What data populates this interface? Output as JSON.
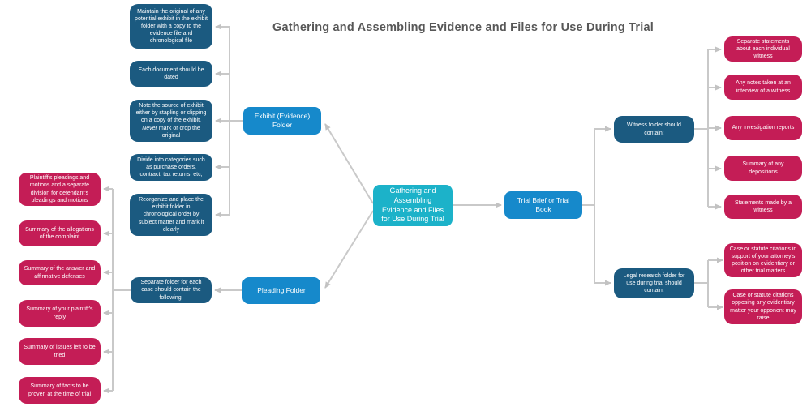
{
  "title": "Gathering and Assembling Evidence and Files for Use During Trial",
  "colors": {
    "center": "#1cb2c9",
    "branch": "#1689cb",
    "sub": "#1b5a80",
    "leaf": "#c41d56",
    "connector": "#c9c9c9",
    "title_text": "#575757"
  },
  "nodes": {
    "center": {
      "label": "Gathering and Assembling Evidence and Files for Use During Trial"
    },
    "exhibit_folder": {
      "label": "Exhibit (Evidence) Folder"
    },
    "pleading_folder": {
      "label": "Pleading Folder"
    },
    "trial_brief": {
      "label": "Trial Brief or Trial Book"
    },
    "exhibit_children": [
      {
        "label": "Maintain the original of any potential exhibit in the exhibit folder with a copy to the evidence file and chronological file"
      },
      {
        "label": "Each document should be dated"
      },
      {
        "label_pre": "Note the source of exhibit either by stapling or clipping on a copy of the exhibit. ",
        "label_italic": "Never",
        "label_post": " mark or crop the original"
      },
      {
        "label": "Divide into categories such as purchase orders, contract, tax returns, etc,"
      },
      {
        "label": "Reorganize and place the exhibit folder in chronological order by subject matter and mark it clearly"
      }
    ],
    "pleading_sub": {
      "label": "Separate folder for each case should contain the following:"
    },
    "pleading_children": [
      {
        "label": "Plaintiff's pleadings and motions and a separate division for defendant's pleadings and motions"
      },
      {
        "label": "Summary of the allegations of the complaint"
      },
      {
        "label": "Summary of the answer and affirmative defenses"
      },
      {
        "label": "Summary of your plaintiff's reply"
      },
      {
        "label": "Summary of issues left to be tried"
      },
      {
        "label": "Summary of facts to be proven at the time of trial"
      }
    ],
    "witness_folder": {
      "label": "Witness folder should contain:"
    },
    "legal_research": {
      "label": "Legal research folder for use during trial should contain:"
    },
    "witness_children": [
      {
        "label": "Separate statements about each individual witness"
      },
      {
        "label": "Any notes taken at an interview of a witness"
      },
      {
        "label": "Any investigation reports"
      },
      {
        "label": "Summary of any depositions"
      },
      {
        "label": "Statements made by a witness"
      }
    ],
    "legal_children": [
      {
        "label": "Case or statute citations in support of your attorney's position on evidentiary or other trial matters"
      },
      {
        "label": "Case or statute citations opposing any evidentiary matter your opponent may raise"
      }
    ]
  }
}
